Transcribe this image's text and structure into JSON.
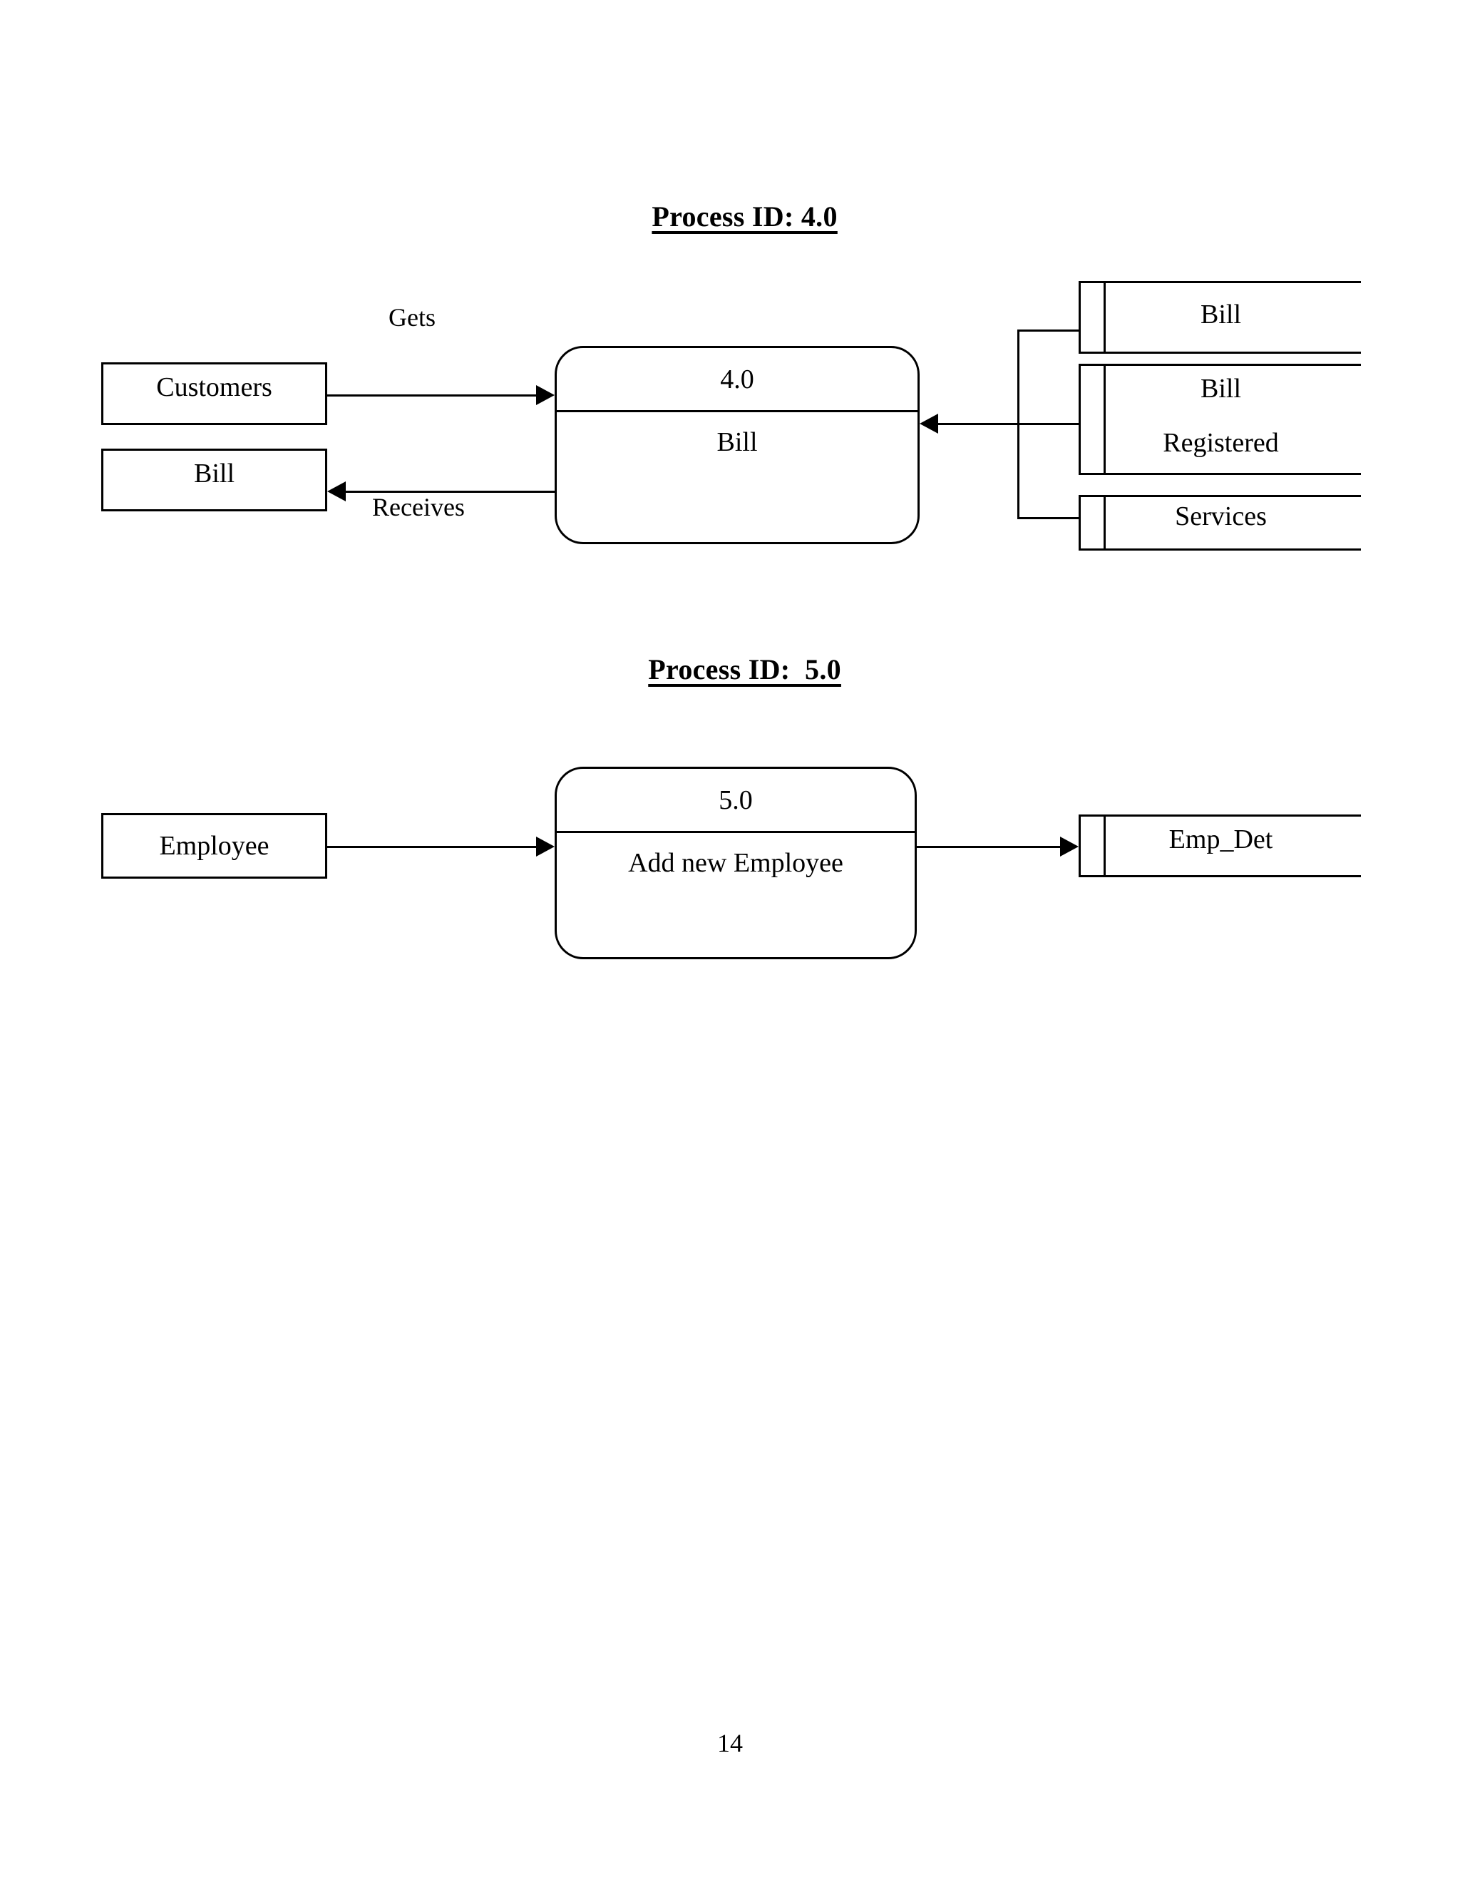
{
  "page": {
    "number": "14"
  },
  "sections": [
    {
      "title": "Process ID: 4.0",
      "process": {
        "id": "4.0",
        "name": "Bill"
      },
      "entities": [
        {
          "label": "Customers"
        },
        {
          "label": "Bill"
        }
      ],
      "data_stores": [
        {
          "lines": [
            "Bill"
          ]
        },
        {
          "lines": [
            "Bill",
            "Registered"
          ]
        },
        {
          "lines": [
            "Services"
          ]
        }
      ],
      "flows": [
        {
          "label": "Gets",
          "direction": "right"
        },
        {
          "label": "Receives",
          "direction": "left"
        }
      ]
    },
    {
      "title": "Process ID:  5.0",
      "process": {
        "id": "5.0",
        "name": "Add new Employee"
      },
      "entities": [
        {
          "label": "Employee"
        }
      ],
      "data_stores": [
        {
          "lines": [
            "Emp_Det"
          ]
        }
      ],
      "flows": []
    }
  ]
}
